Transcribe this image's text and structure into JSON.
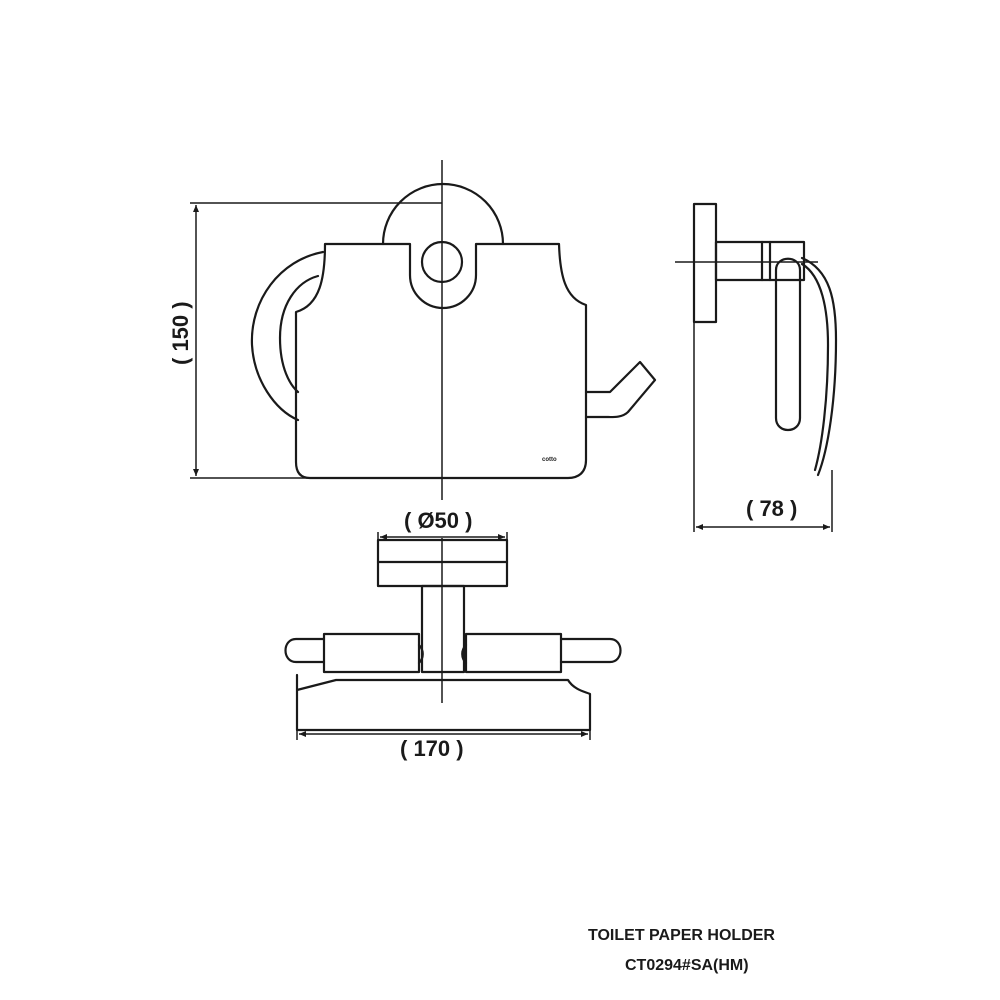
{
  "caption": {
    "title": "TOILET PAPER HOLDER",
    "code": "CT0294#SA(HM)"
  },
  "dimensions": {
    "height": "( 150 )",
    "depth": "( 78 )",
    "diameter": "( Ø50 )",
    "width": "( 170 )"
  },
  "brand_mark": "cotto"
}
